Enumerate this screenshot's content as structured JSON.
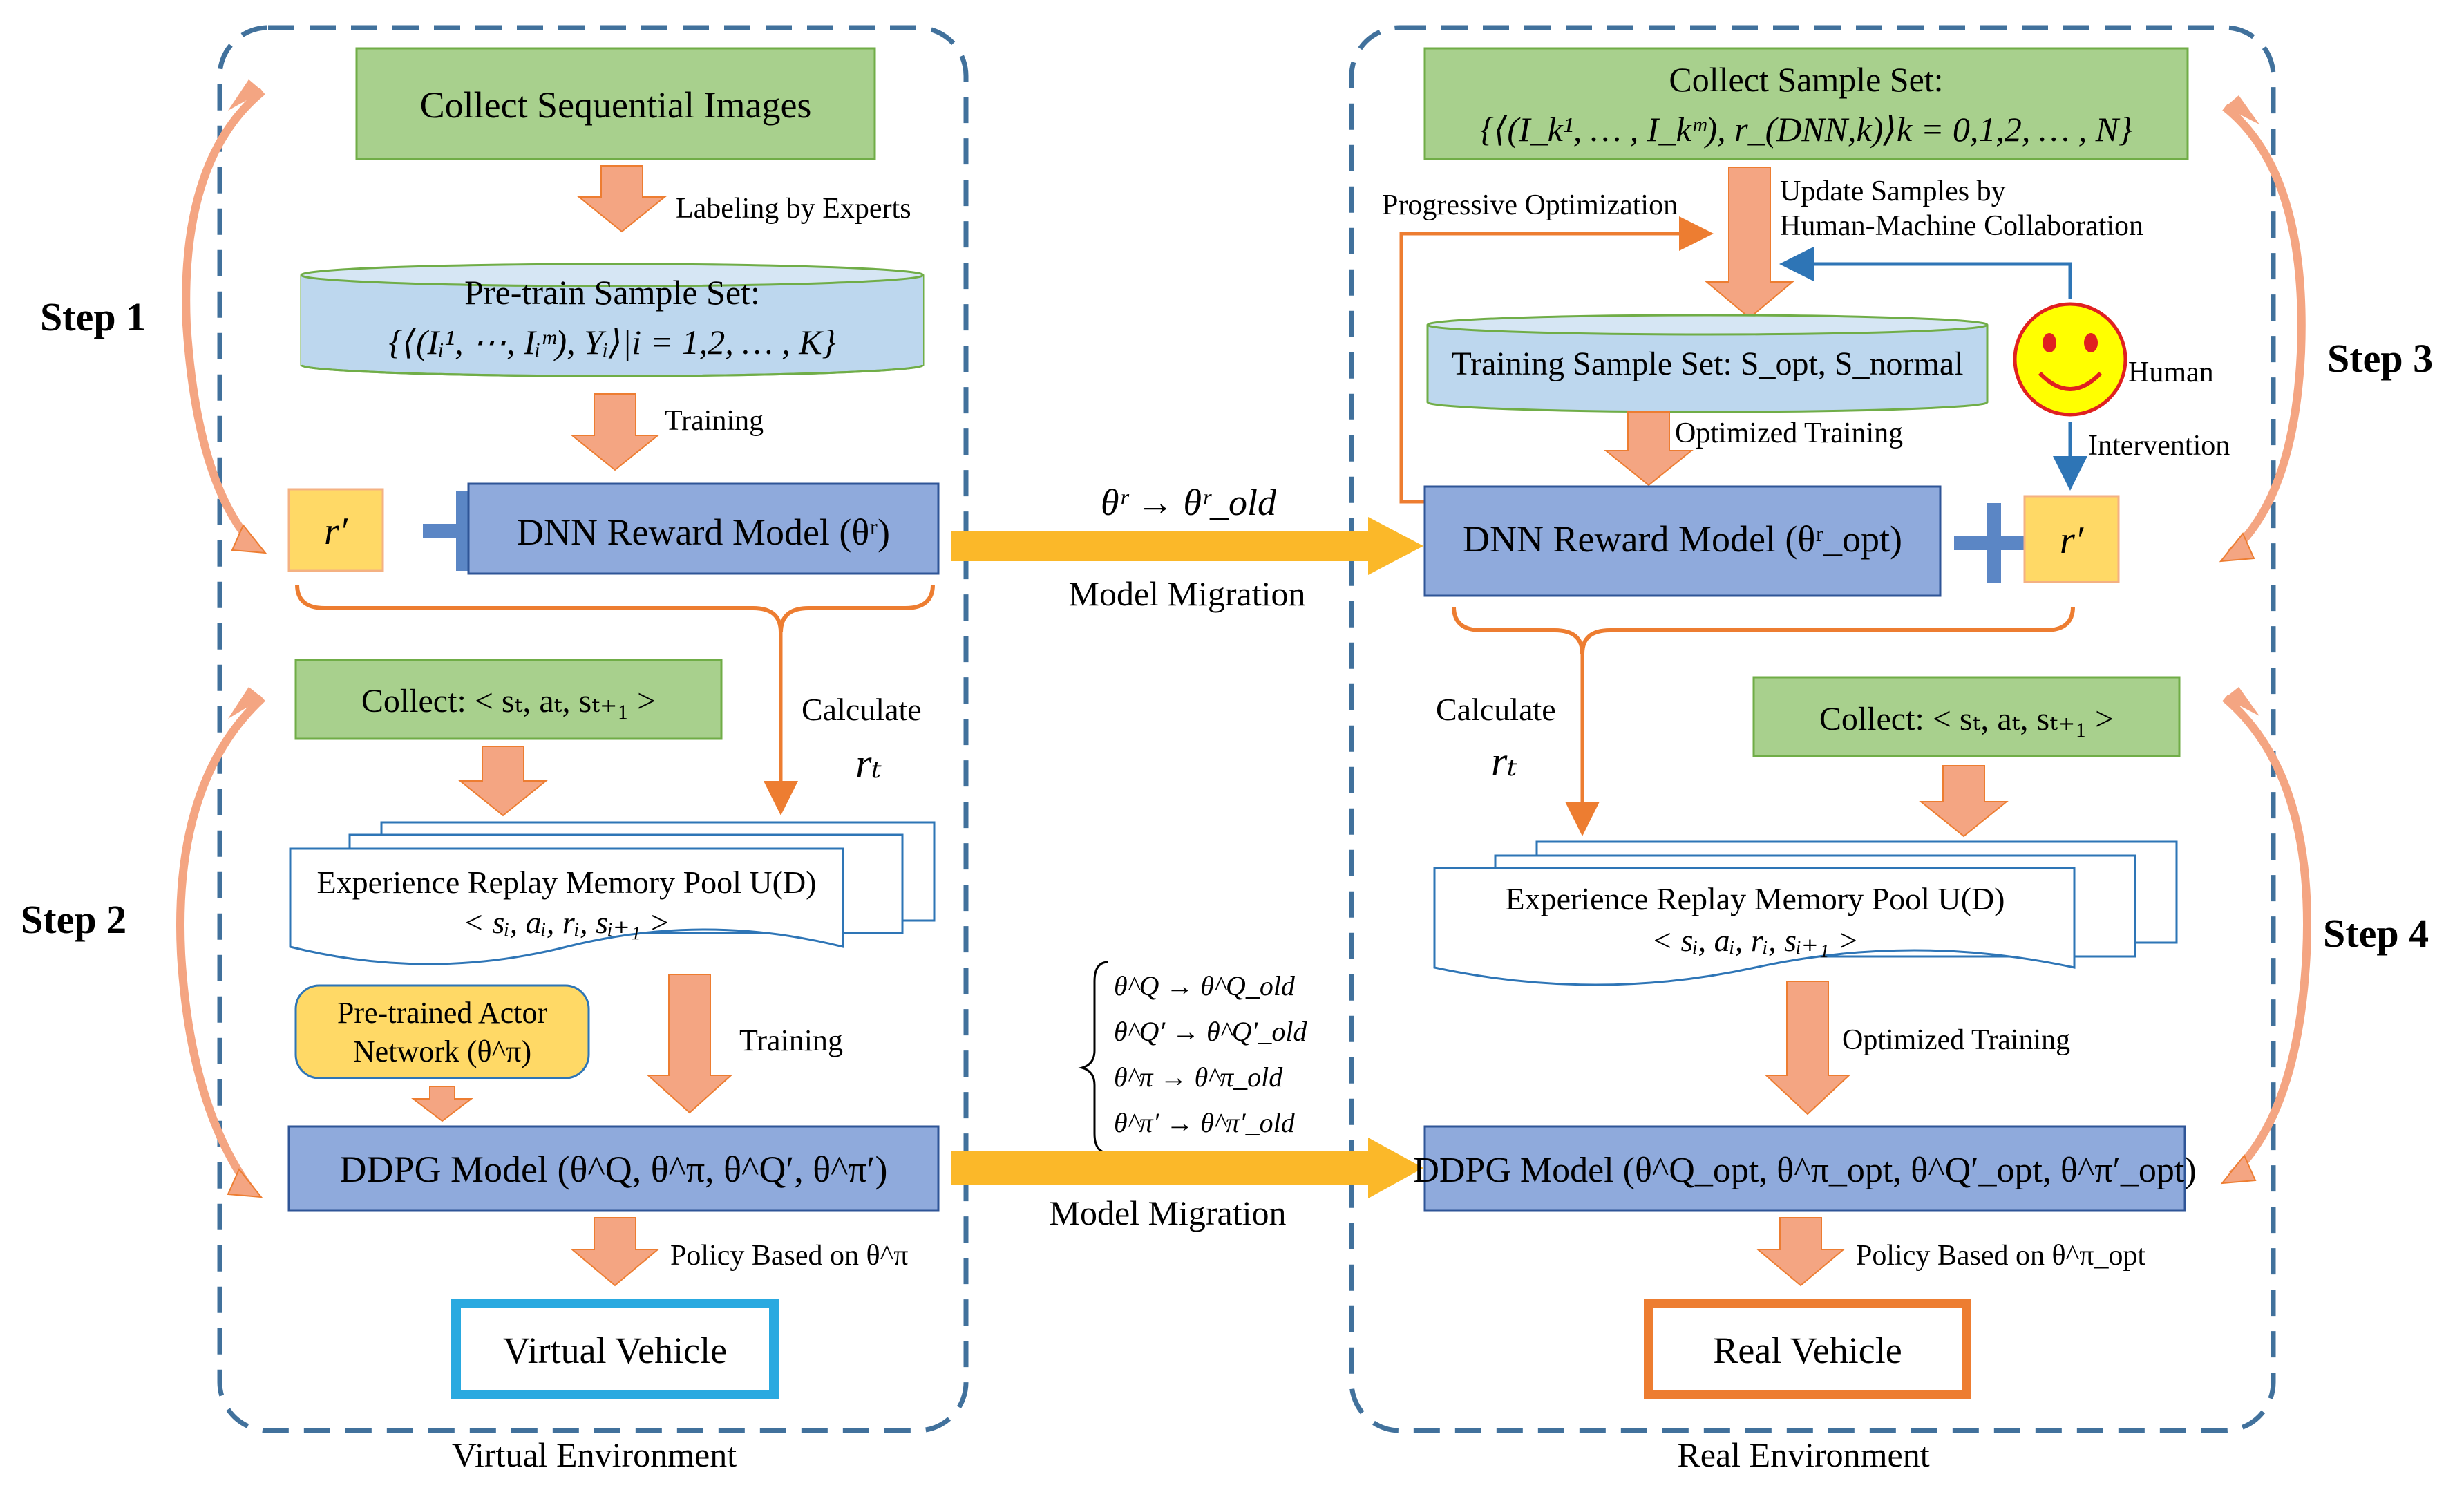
{
  "colors": {
    "green_fill": "#a8d08d",
    "green_stroke": "#70ad47",
    "blue_fill": "#8faadc",
    "blue_stroke": "#2f5597",
    "cyl_fill": "#bdd7ee",
    "orange_fill": "#ffd966",
    "orange_arrow": "#f4a582",
    "orange_line": "#ed7d31",
    "yellow_arrow": "#fbb829",
    "dash_border": "#41719c",
    "virtual_border": "#29a9e0",
    "real_border": "#ed7d31",
    "human_line": "#2e75b6"
  },
  "steps": {
    "step1": "Step 1",
    "step2": "Step 2",
    "step3": "Step 3",
    "step4": "Step 4"
  },
  "left": {
    "collect_images": "Collect Sequential Images",
    "labeling": "Labeling by Experts",
    "pretrain_set_title": "Pre-train Sample Set:",
    "pretrain_set_formula": "{⟨(Iᵢ¹, ⋯, Iᵢᵐ), Yᵢ⟩|i = 1,2, … , K}",
    "training1": "Training",
    "r_prime": "r′",
    "plus": "+",
    "dnn_reward": "DNN Reward Model  (θʳ)",
    "calculate": "Calculate",
    "r_t": "rₜ",
    "collect_transition": "Collect: < sₜ, aₜ, sₜ₊₁ >",
    "replay_title": "Experience Replay Memory Pool U(D)",
    "replay_tuple": "< sᵢ, aᵢ, rᵢ, sᵢ₊₁ >",
    "actor_line1": "Pre-trained Actor",
    "actor_line2": "Network (θ^π)",
    "training2": "Training",
    "ddpg": "DDPG Model (θ^Q, θ^π, θ^Q′, θ^π′)",
    "policy": "Policy Based on θ^π",
    "vehicle": "Virtual Vehicle",
    "env": "Virtual Environment"
  },
  "middle": {
    "migration_top_formula": "θʳ → θʳ_old",
    "migration_top": "Model Migration",
    "migration_bottom": "Model Migration",
    "theta_list": [
      "θ^Q → θ^Q_old",
      "θ^Q′ → θ^Q′_old",
      "θ^π → θ^π_old",
      "θ^π′ → θ^π′_old"
    ]
  },
  "right": {
    "collect_title": "Collect Sample Set:",
    "collect_formula": "{⟨(I_k¹, … , I_kᵐ), r_(DNN,k)⟩k = 0,1,2, … , N}",
    "progressive": "Progressive Optimization",
    "update_line1": "Update Samples by",
    "update_line2": "Human-Machine Collaboration",
    "training_set": "Training Sample Set: S_opt, S_normal",
    "human": "Human",
    "intervention": "Intervention",
    "optimized_training1": "Optimized Training",
    "dnn_reward": "DNN Reward Model (θʳ_opt)",
    "plus": "+",
    "r_prime": "r′",
    "calculate": "Calculate",
    "r_t": "rₜ",
    "collect_transition": "Collect: < sₜ, aₜ, sₜ₊₁ >",
    "replay_title": "Experience Replay Memory Pool U(D)",
    "replay_tuple": "< sᵢ, aᵢ, rᵢ, sᵢ₊₁ >",
    "optimized_training2": "Optimized Training",
    "ddpg": "DDPG Model (θ^Q_opt, θ^π_opt, θ^Q′_opt, θ^π′_opt)",
    "policy": "Policy Based on θ^π_opt",
    "vehicle": "Real Vehicle",
    "env": "Real Environment"
  }
}
